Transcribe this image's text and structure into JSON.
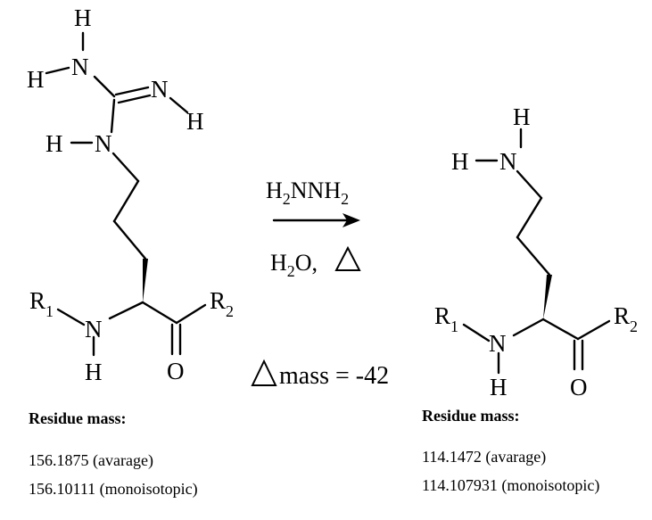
{
  "reactant": {
    "atoms": {
      "h_top": "H",
      "h_left": "H",
      "n_amine": "N",
      "n_imine": "N",
      "h_imine": "H",
      "h_nh": "H",
      "n_chain": "N",
      "r1_letter": "R",
      "r1_index": "1",
      "n_backbone": "N",
      "h_backbone": "H",
      "r2_letter": "R",
      "r2_index": "2",
      "o_carbonyl": "O"
    },
    "info": {
      "title": "Residue mass:",
      "average": "156.1875 (avarage)",
      "monoisotopic": "156.10111 (monoisotopic)"
    }
  },
  "product": {
    "atoms": {
      "h_top": "H",
      "h_left": "H",
      "n_amine": "N",
      "r1_letter": "R",
      "r1_index": "1",
      "n_backbone": "N",
      "h_backbone": "H",
      "r2_letter": "R",
      "r2_index": "2",
      "o_carbonyl": "O"
    },
    "info": {
      "title": "Residue mass:",
      "average": "114.1472 (avarage)",
      "monoisotopic": "114.107931 (monoisotopic)"
    }
  },
  "reagent": {
    "h1": "H",
    "s1": "2",
    "nn": "NNH",
    "s2": "2",
    "water_h": "H",
    "water_sub": "2",
    "water_o": "O,"
  },
  "delta_mass": {
    "label": "mass = -42"
  }
}
